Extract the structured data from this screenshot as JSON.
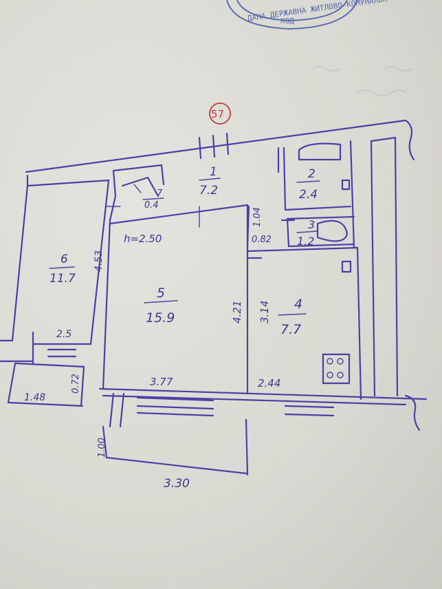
{
  "stamp": {
    "arc_text": "ДАНА ДЕРЖАВНА ЖИТЛОВО-КОМУНАЛЬН",
    "code_text": "КОД"
  },
  "apartment_number": "57",
  "rooms": [
    {
      "id": "r1",
      "number": "1",
      "area": "7.2"
    },
    {
      "id": "r2",
      "number": "2",
      "area": "2.4"
    },
    {
      "id": "r3",
      "number": "3",
      "area": "1.2"
    },
    {
      "id": "r4",
      "number": "4",
      "area": "7.7"
    },
    {
      "id": "r5",
      "number": "5",
      "area": "15.9"
    },
    {
      "id": "r6",
      "number": "6",
      "area": "11.7"
    },
    {
      "id": "r7",
      "number": "7",
      "area": "0.4"
    }
  ],
  "ceiling_height": "h=2.50",
  "dimensions": {
    "room6_height": "4.53",
    "room6_width": "2.5",
    "balcony_width": "1.48",
    "balcony_depth": "0.72",
    "room5_height": "4.21",
    "room5_width": "3.77",
    "room4_height": "3.14",
    "room4_width": "2.44",
    "room3_width": "0.82",
    "hall_depth": "1.04",
    "outer_depth": "1.00",
    "outer_width": "3.30"
  }
}
